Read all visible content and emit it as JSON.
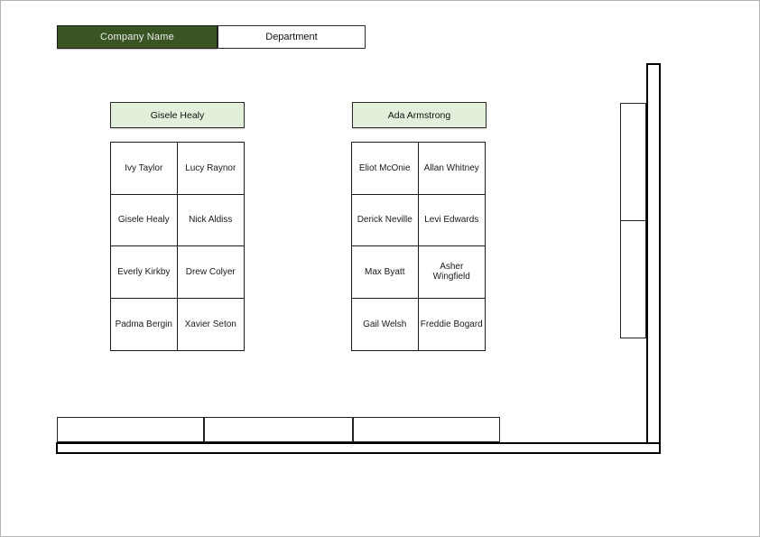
{
  "title_bar": {
    "company_label": "Company Name",
    "department_label": "Department"
  },
  "colors": {
    "company_header_bg": "#3A5423",
    "company_header_text": "#EDEDED",
    "manager_header_bg": "#E2EFDA",
    "line": "#1A1A1A"
  },
  "groups": [
    {
      "manager": "Gisele Healy",
      "seats": [
        [
          "Ivy Taylor",
          "Lucy Raynor"
        ],
        [
          "Gisele Healy",
          "Nick Aldiss"
        ],
        [
          "Everly Kirkby",
          "Drew Colyer"
        ],
        [
          "Padma Bergin",
          "Xavier Seton"
        ]
      ]
    },
    {
      "manager": "Ada Armstrong",
      "seats": [
        [
          "Eliot McOnie",
          "Allan Whitney"
        ],
        [
          "Derick Neville",
          "Levi Edwards"
        ],
        [
          "Max Byatt",
          "Asher Wingfield"
        ],
        [
          "Gail Welsh",
          "Freddie Bogard"
        ]
      ]
    }
  ]
}
